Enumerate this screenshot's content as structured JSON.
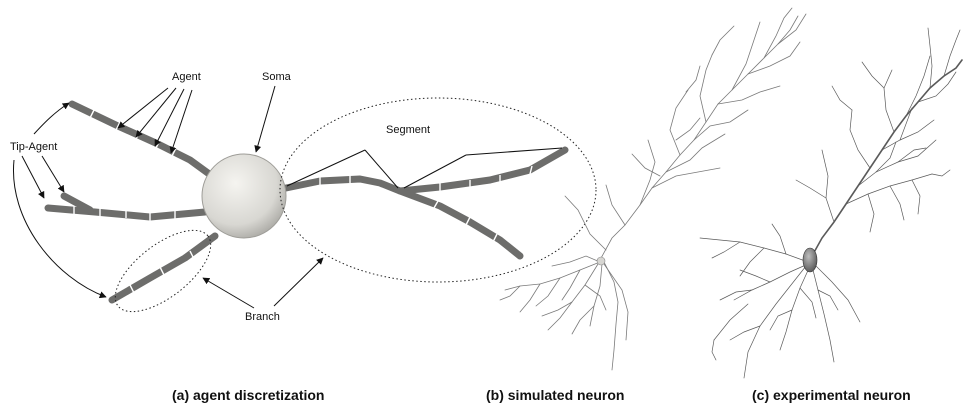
{
  "labels": {
    "agent": "Agent",
    "soma": "Soma",
    "tip_agent": "Tip-Agent",
    "segment": "Segment",
    "branch": "Branch"
  },
  "captions": {
    "a": "(a) agent discretization",
    "b": "(b) simulated neuron",
    "c": "(c) experimental neuron"
  },
  "colors": {
    "dendrite": "#6d6d6b",
    "soma": "#deddd8",
    "line": "#111111"
  }
}
